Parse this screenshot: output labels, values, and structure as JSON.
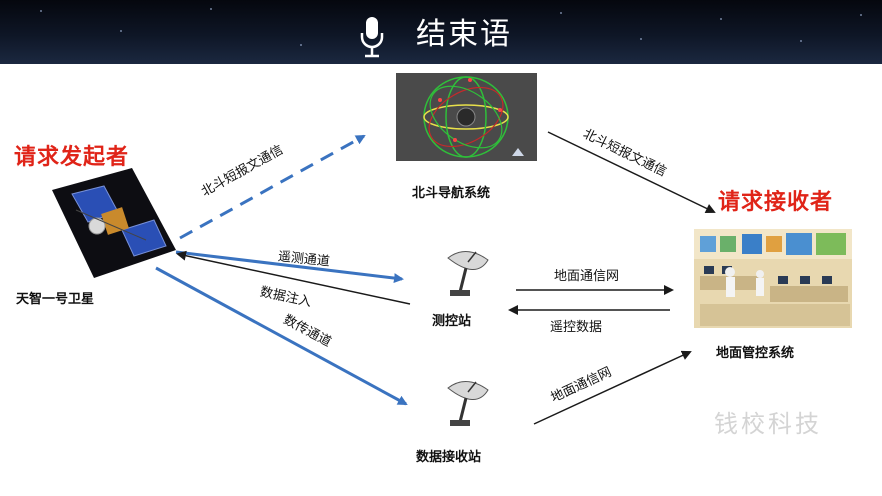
{
  "header": {
    "title": "结束语",
    "icon": "microphone-icon"
  },
  "nodes": {
    "beidou_system": "北斗导航系统",
    "satellite": "天智一号卫星",
    "tt_station": "测控站",
    "data_station": "数据接收站",
    "ground_control": "地面管控系统"
  },
  "roles": {
    "requester": "请求发起者",
    "receiver": "请求接收者"
  },
  "links": {
    "beidou_up": "北斗短报文通信",
    "beidou_down": "北斗短报文通信",
    "telemetry": "遥测通道",
    "data_inject": "数据注入",
    "data_transfer": "数传通道",
    "ground_net_1": "地面通信网",
    "remote_control": "遥控数据",
    "ground_net_2": "地面通信网"
  },
  "watermark": "钱校科技",
  "colors": {
    "blue_arrow": "#3a73c0",
    "black_arrow": "#1a1a1a",
    "red_text": "#e02418"
  }
}
